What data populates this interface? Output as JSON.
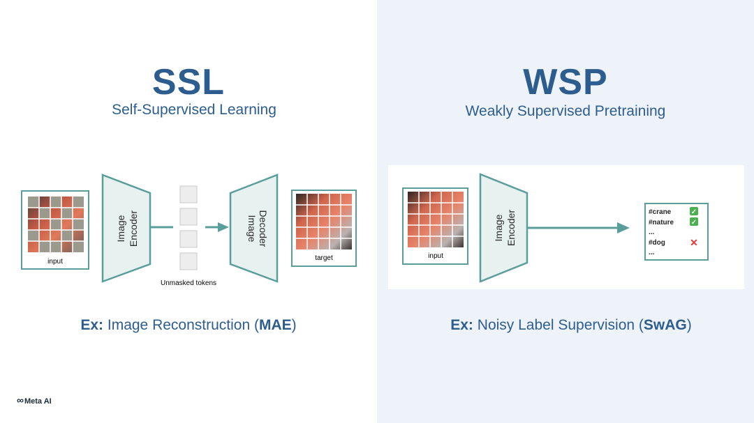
{
  "ssl": {
    "title": "SSL",
    "subtitle": "Self-Supervised Learning",
    "encoder_label_1": "Image",
    "encoder_label_2": "Encoder",
    "decoder_label_1": "Image",
    "decoder_label_2": "Decoder",
    "input_caption": "input",
    "target_caption": "target",
    "tokens_caption": "Unmasked tokens",
    "example_prefix": "Ex:",
    "example_text": " Image Reconstruction (",
    "example_bold": "MAE",
    "example_suffix": ")"
  },
  "wsp": {
    "title": "WSP",
    "subtitle": "Weakly Supervised Pretraining",
    "encoder_label_1": "Image",
    "encoder_label_2": "Encoder",
    "input_caption": "input",
    "labels": [
      {
        "text": "#crane",
        "mark": "✓",
        "mark_type": "check"
      },
      {
        "text": "#nature",
        "mark": "✓",
        "mark_type": "check"
      },
      {
        "text": "...",
        "mark": "",
        "mark_type": "none"
      },
      {
        "text": "#dog",
        "mark": "✕",
        "mark_type": "cross"
      },
      {
        "text": "...",
        "mark": "",
        "mark_type": "none"
      }
    ],
    "example_prefix": "Ex:",
    "example_text": " Noisy Label Supervision (",
    "example_bold": "SwAG",
    "example_suffix": ")"
  },
  "brand": {
    "logo_text": "Meta AI"
  },
  "colors": {
    "accent_text": "#2d5d8e",
    "teal": "#5a9e9c",
    "teal_fill": "#e6f1f0",
    "right_bg": "#eef3f9",
    "check_green": "#4caf50",
    "cross_red": "#e53935"
  }
}
